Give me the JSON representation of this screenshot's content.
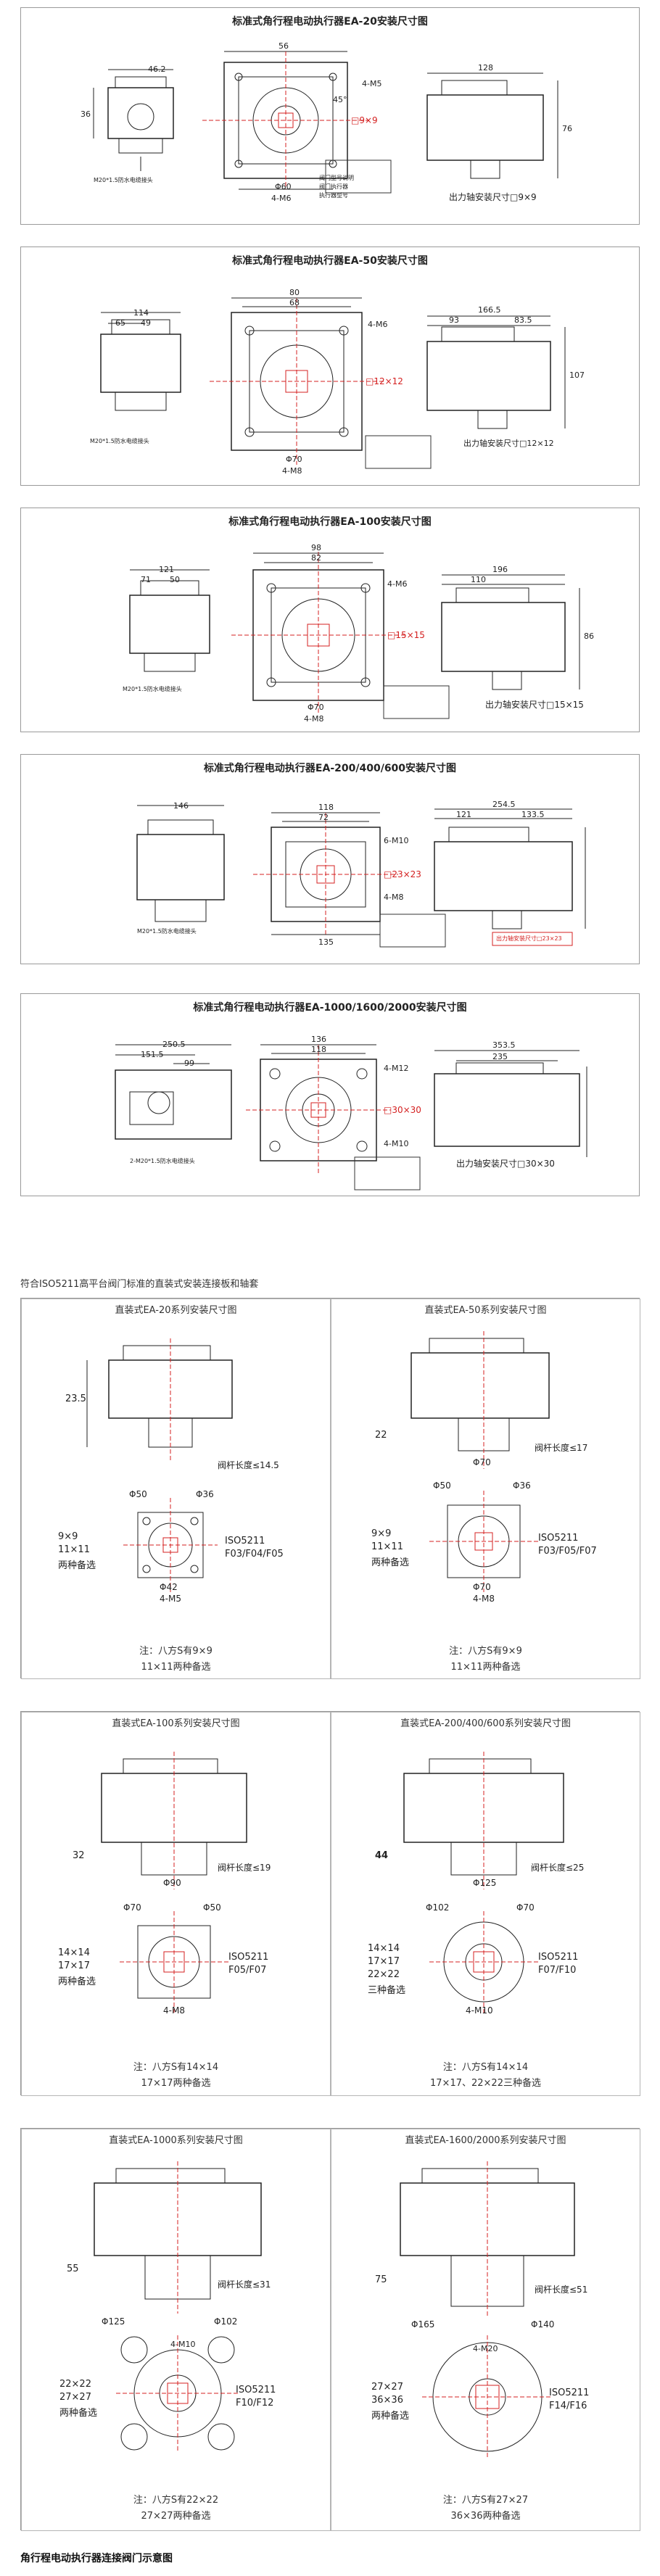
{
  "panels": [
    {
      "title": "标准式角行程电动执行器EA-20安装尺寸图",
      "dims": {
        "w1": "46.2",
        "h1": "36",
        "top": "56",
        "bolt": "4-M5",
        "angle": "45°",
        "square": "□9×9",
        "pcd": "Φ60",
        "bolt2": "4-M6",
        "side": "128",
        "side2": "76",
        "cable": "M20*1.5防水电缆接头",
        "shaft": "出力轴安装尺寸□9×9"
      }
    },
    {
      "title": "标准式角行程电动执行器EA-50安装尺寸图",
      "dims": {
        "w1": "114",
        "w2": "65",
        "w3": "49",
        "top1": "80",
        "top2": "68",
        "bolt": "4-M6",
        "square": "□12×12",
        "pcd": "Φ70",
        "bolt2": "4-M8",
        "side": "166.5",
        "side2": "93",
        "side3": "83.5",
        "side4": "107",
        "cable": "M20*1.5防水电缆接头",
        "shaft": "出力轴安装尺寸□12×12"
      }
    },
    {
      "title": "标准式角行程电动执行器EA-100安装尺寸图",
      "dims": {
        "w1": "121",
        "w2": "71",
        "w3": "50",
        "top1": "98",
        "top2": "82",
        "bolt": "4-M6",
        "square": "□15×15",
        "pcd": "Φ70",
        "bolt2": "4-M8",
        "side": "196",
        "side2": "110",
        "side3": "86",
        "cable": "M20*1.5防水电缆接头",
        "shaft": "出力轴安装尺寸□15×15"
      }
    },
    {
      "title": "标准式角行程电动执行器EA-200/400/600安装尺寸图",
      "dims": {
        "w1": "146",
        "top1": "118",
        "top2": "72",
        "bolt": "6-M10",
        "square": "□23×23",
        "bolt2": "4-M8",
        "base": "135",
        "side": "254.5",
        "side2": "121",
        "side3": "133.5",
        "cable": "M20*1.5防水电缆接头",
        "shaft": "出力轴安装尺寸□23×23"
      }
    },
    {
      "title": "标准式角行程电动执行器EA-1000/1600/2000安装尺寸图",
      "dims": {
        "w1": "250.5",
        "w2": "151.5",
        "w3": "99",
        "top1": "136",
        "top2": "118",
        "bolt": "4-M12",
        "square": "□30×30",
        "bolt2": "4-M10",
        "side": "353.5",
        "side2": "235",
        "cable": "2-M20*1.5防水电缆接头",
        "shaft": "出力轴安装尺寸□30×30"
      }
    }
  ],
  "section_heading": "符合ISO5211高平台阀门标准的直装式安装连接板和轴套",
  "grid_rows": [
    {
      "cells": [
        {
          "title": "直装式EA-20系列安装尺寸图",
          "h": "23.5",
          "stem": "阀杆长度≤14.5",
          "pcd1": "Φ50",
          "pcd2": "Φ36",
          "pcd3": "Φ42",
          "bolt": "4-M5",
          "iso": "ISO5211",
          "flange": "F03/F04/F05",
          "opts": [
            "9×9",
            "11×11",
            "两种备选"
          ],
          "note1": "注：八方S有9×9",
          "note2": "11×11两种备选"
        },
        {
          "title": "直装式EA-50系列安装尺寸图",
          "h": "22",
          "stem": "阀杆长度≤17",
          "pcd0": "Φ70",
          "pcd1": "Φ50",
          "pcd2": "Φ36",
          "pcd3": "Φ70",
          "bolt": "4-M8",
          "iso": "ISO5211",
          "flange": "F03/F05/F07",
          "opts": [
            "9×9",
            "11×11",
            "两种备选"
          ],
          "note1": "注：八方S有9×9",
          "note2": "11×11两种备选"
        }
      ]
    },
    {
      "cells": [
        {
          "title": "直装式EA-100系列安装尺寸图",
          "h": "32",
          "stem": "阀杆长度≤19",
          "pcd0": "Φ90",
          "pcd1": "Φ70",
          "pcd2": "Φ50",
          "bolt": "4-M8",
          "iso": "ISO5211",
          "flange": "F05/F07",
          "opts": [
            "14×14",
            "17×17",
            "两种备选"
          ],
          "note1": "注：八方S有14×14",
          "note2": "17×17两种备选"
        },
        {
          "title": "直装式EA-200/400/600系列安装尺寸图",
          "h": "44",
          "stem": "阀杆长度≤25",
          "pcd0": "Φ125",
          "pcd1": "Φ102",
          "pcd2": "Φ70",
          "bolt": "4-M10",
          "iso": "ISO5211",
          "flange": "F07/F10",
          "opts": [
            "14×14",
            "17×17",
            "22×22",
            "三种备选"
          ],
          "note1": "注：八方S有14×14",
          "note2": "17×17、22×22三种备选"
        }
      ]
    },
    {
      "cells": [
        {
          "title": "直装式EA-1000系列安装尺寸图",
          "h": "55",
          "stem": "阀杆长度≤31",
          "pcd1": "Φ125",
          "pcd2": "Φ102",
          "bolt": "4-M10",
          "iso": "ISO5211",
          "flange": "F10/F12",
          "opts": [
            "22×22",
            "27×27",
            "两种备选"
          ],
          "note1": "注：八方S有22×22",
          "note2": "27×27两种备选"
        },
        {
          "title": "直装式EA-1600/2000系列安装尺寸图",
          "h": "75",
          "stem": "阀杆长度≤51",
          "pcd1": "Φ165",
          "pcd2": "Φ140",
          "bolt": "4-M20",
          "iso": "ISO5211",
          "flange": "F14/F16",
          "opts": [
            "27×27",
            "36×36",
            "两种备选"
          ],
          "note1": "注：八方S有27×27",
          "note2": "36×36两种备选"
        }
      ]
    }
  ],
  "footer_title": "角行程电动执行器连接阀门示意图",
  "legend_rows": [
    "阀门型号说明",
    "阀门执行器",
    "执行器型号"
  ],
  "colors": {
    "line": "#222222",
    "red": "#d42020",
    "border": "#9a9a9a"
  }
}
